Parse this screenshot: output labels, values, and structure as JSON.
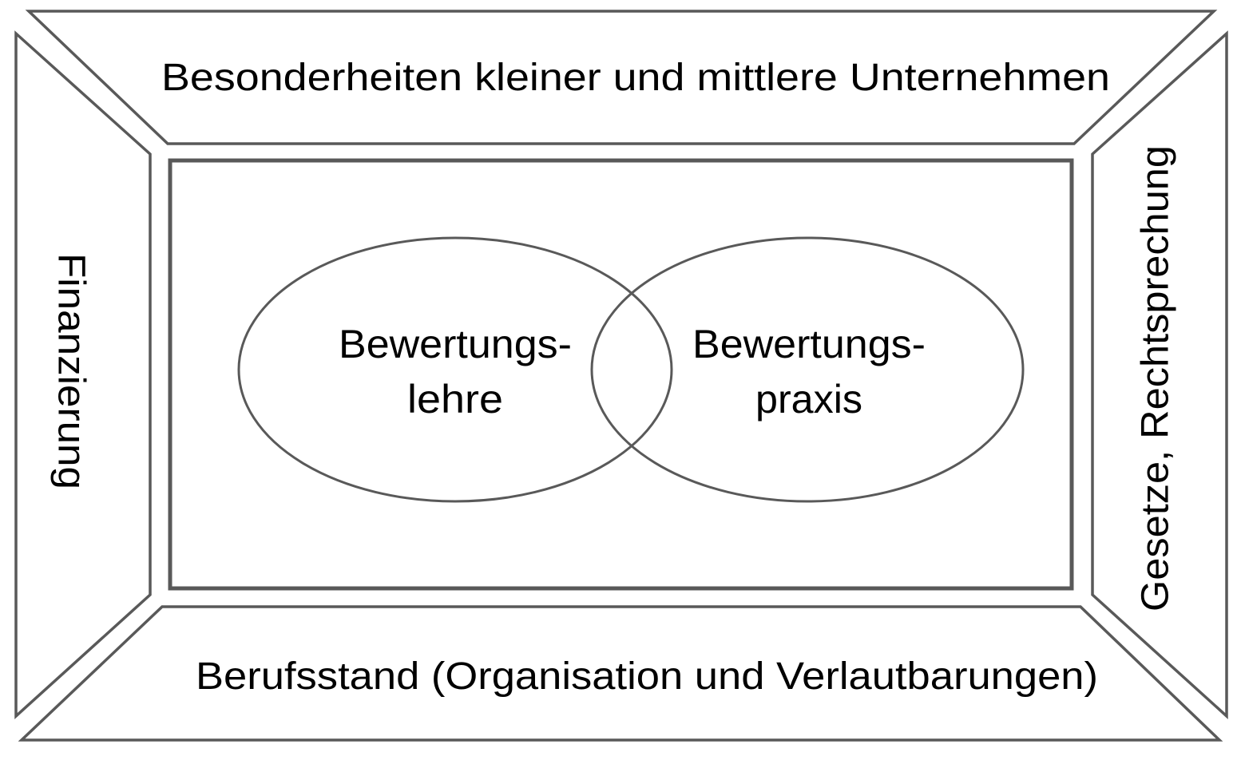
{
  "diagram": {
    "top_label": "Besonderheiten kleiner und mittlere Unternehmen",
    "bottom_label": "Berufsstand (Organisation und Verlautbarungen)",
    "left_label": "Finanzierung",
    "right_label": "Gesetze, Rechtsprechung",
    "left_circle": {
      "line1": "Bewertungs-",
      "line2": "lehre"
    },
    "right_circle": {
      "line1": "Bewertungs-",
      "line2": "praxis"
    },
    "colors": {
      "stroke": "#595959",
      "background": "#ffffff",
      "text": "#000000"
    }
  }
}
